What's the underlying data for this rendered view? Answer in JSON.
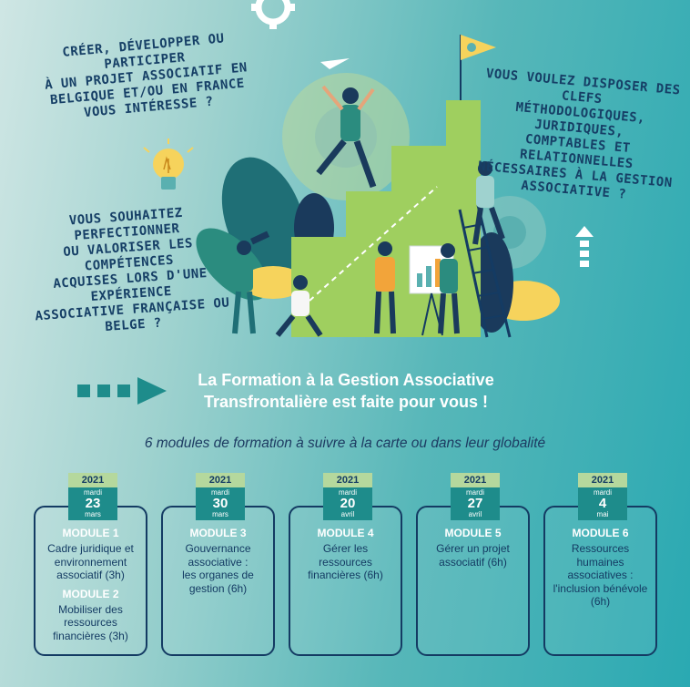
{
  "questions": {
    "q1": "Créer, développer ou participer\nà un projet associatif en\nBelgique et/ou en France\nvous intéresse ?",
    "q2": "Vous voulez disposer des clefs\nméthodologiques, juridiques,\ncomptables et relationnelles\nnécessaires à la gestion\nassociative ?",
    "q3": "Vous souhaitez perfectionner\nou valoriser les compétences\nacquises lors d'une expérience\nassociative française ou belge ?"
  },
  "banner": {
    "title": "La Formation à la Gestion Associative\nTransfrontalière est faite pour vous !"
  },
  "subtitle": "6 modules de formation à suivre à la carte ou dans leur globalité",
  "modules": [
    {
      "year": "2021",
      "dow": "mardi",
      "day": "23",
      "month": "mars",
      "title": "MODULE 1",
      "text": "Cadre juridique et\nenvironnement\nassociatif (3h)",
      "title2": "MODULE 2",
      "text2": "Mobiliser des\nressources\nfinancières (3h)"
    },
    {
      "year": "2021",
      "dow": "mardi",
      "day": "30",
      "month": "mars",
      "title": "MODULE 3",
      "text": "Gouvernance\nassociative :\nles organes de\ngestion (6h)"
    },
    {
      "year": "2021",
      "dow": "mardi",
      "day": "20",
      "month": "avril",
      "title": "MODULE 4",
      "text": "Gérer les ressources\nfinancières (6h)"
    },
    {
      "year": "2021",
      "dow": "mardi",
      "day": "27",
      "month": "avril",
      "title": "MODULE 5",
      "text": "Gérer un projet\nassociatif (6h)"
    },
    {
      "year": "2021",
      "dow": "mardi",
      "day": "4",
      "month": "mai",
      "title": "MODULE 6",
      "text": "Ressources\nhumaines\nassociatives :\nl'inclusion bénévole\n(6h)"
    }
  ],
  "colors": {
    "navy": "#143b63",
    "teal": "#1e8c8b",
    "green": "#b5d89d",
    "lime": "#9fcf5f"
  },
  "icons": [
    "gear-icon",
    "lightbulb-icon",
    "flag-icon",
    "up-arrow-icon",
    "right-arrow-icon"
  ]
}
